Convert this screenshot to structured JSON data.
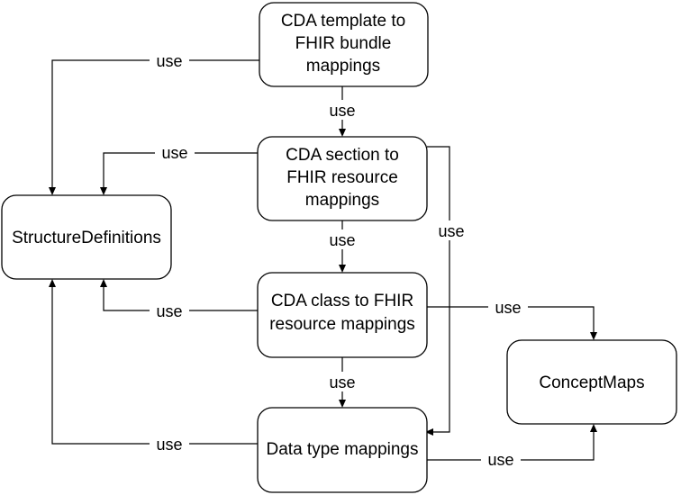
{
  "nodes": {
    "template_to_bundle": [
      "CDA template to",
      "FHIR bundle",
      "mappings"
    ],
    "section_to_resource": [
      "CDA section to",
      "FHIR resource",
      "mappings"
    ],
    "class_to_resource": [
      "CDA class to FHIR",
      "resource mappings"
    ],
    "data_type_mappings": [
      "Data type mappings"
    ],
    "structure_definitions": [
      "StructureDefinitions"
    ],
    "concept_maps": [
      "ConceptMaps"
    ]
  },
  "edges": {
    "template_to_structdefs": "use",
    "template_to_section": "use",
    "section_to_structdefs": "use",
    "section_to_class": "use",
    "section_to_datatype": "use",
    "class_to_structdefs": "use",
    "class_to_conceptmaps": "use",
    "class_to_datatype": "use",
    "datatype_to_structdefs": "use",
    "datatype_to_conceptmaps": "use"
  }
}
